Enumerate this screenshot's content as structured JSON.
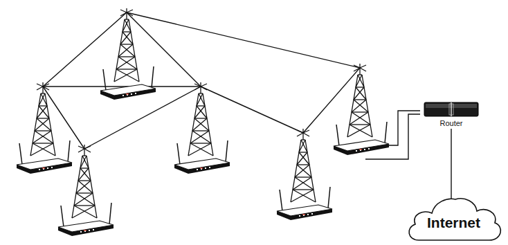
{
  "diagram": {
    "nodes": [
      {
        "text": [
          "Router"
        ]
      },
      {
        "text": [
          "Internet"
        ]
      }
    ],
    "edges": [
      {
        "from": 0,
        "to": 1,
        "arrow": "none"
      }
    ]
  }
}
